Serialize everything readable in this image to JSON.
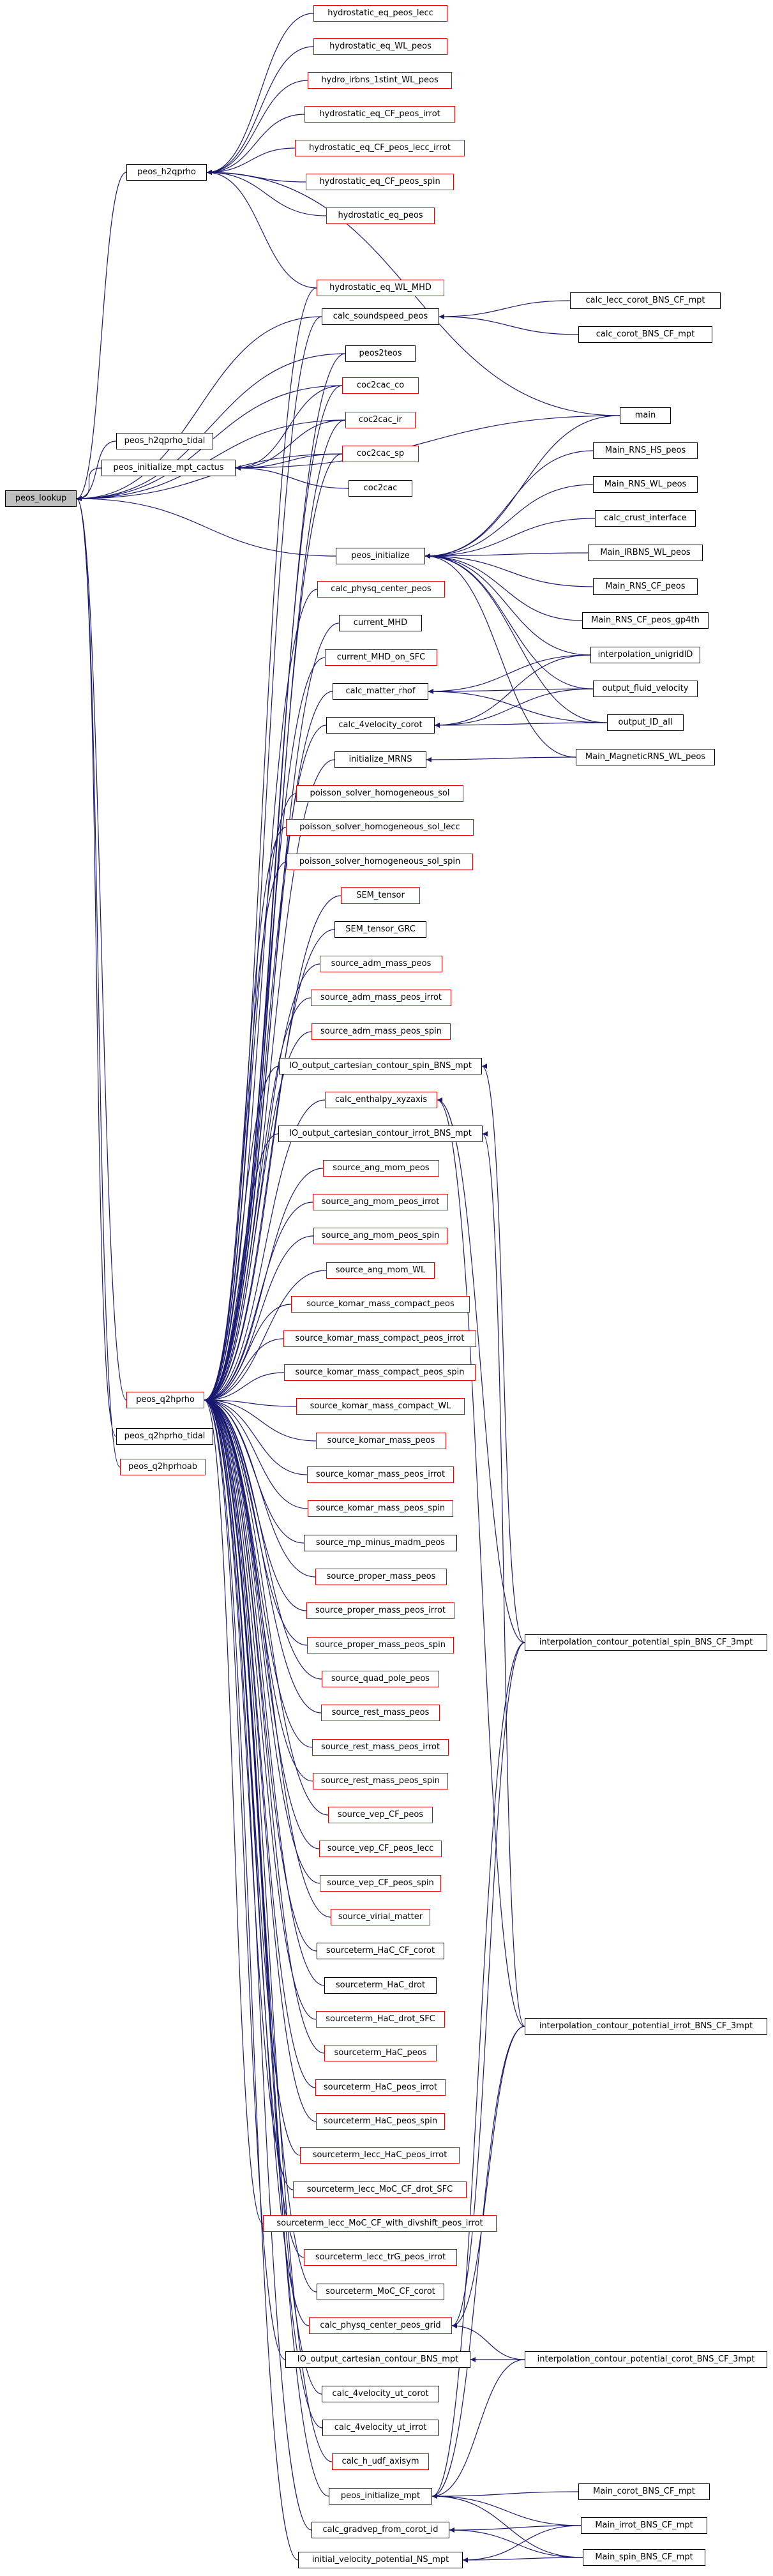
{
  "colors": {
    "edge": "#191970",
    "border_documented": "#000000",
    "border_undocumented": "#e60000",
    "selected_fill": "#bfbfbf"
  },
  "nodes": [
    {
      "id": "peos_lookup",
      "label": "peos_lookup",
      "style": "selected"
    },
    {
      "id": "peos_h2qprho",
      "label": "peos_h2qprho",
      "style": "black"
    },
    {
      "id": "peos_h2qprho_tidal",
      "label": "peos_h2qprho_tidal",
      "style": "black"
    },
    {
      "id": "peos_initialize_mpt_cactus",
      "label": "peos_initialize_mpt_cactus",
      "style": "black"
    },
    {
      "id": "peos_q2hprho",
      "label": "peos_q2hprho",
      "style": "red"
    },
    {
      "id": "peos_q2hprho_tidal",
      "label": "peos_q2hprho_tidal",
      "style": "black"
    },
    {
      "id": "peos_q2hprhoab",
      "label": "peos_q2hprhoab",
      "style": "red"
    },
    {
      "id": "hydrostatic_eq_peos_lecc",
      "label": "hydrostatic_eq_peos_lecc",
      "style": "red"
    },
    {
      "id": "hydrostatic_eq_WL_peos",
      "label": "hydrostatic_eq_WL_peos",
      "style": "red"
    },
    {
      "id": "hydro_irbns_1stint_WL_peos",
      "label": "hydro_irbns_1stint_WL_peos",
      "style": "red"
    },
    {
      "id": "hydrostatic_eq_CF_peos_irrot",
      "label": "hydrostatic_eq_CF_peos_irrot",
      "style": "red"
    },
    {
      "id": "hydrostatic_eq_CF_peos_lecc_irrot",
      "label": "hydrostatic_eq_CF_peos_lecc_irrot",
      "style": "red"
    },
    {
      "id": "hydrostatic_eq_CF_peos_spin",
      "label": "hydrostatic_eq_CF_peos_spin",
      "style": "red"
    },
    {
      "id": "hydrostatic_eq_peos",
      "label": "hydrostatic_eq_peos",
      "style": "red"
    },
    {
      "id": "hydrostatic_eq_WL_MHD",
      "label": "hydrostatic_eq_WL_MHD",
      "style": "red"
    },
    {
      "id": "calc_soundspeed_peos",
      "label": "calc_soundspeed_peos",
      "style": "black"
    },
    {
      "id": "peos2teos",
      "label": "peos2teos",
      "style": "black"
    },
    {
      "id": "coc2cac_co",
      "label": "coc2cac_co",
      "style": "red"
    },
    {
      "id": "coc2cac_ir",
      "label": "coc2cac_ir",
      "style": "red"
    },
    {
      "id": "coc2cac_sp",
      "label": "coc2cac_sp",
      "style": "red"
    },
    {
      "id": "coc2cac",
      "label": "coc2cac",
      "style": "black"
    },
    {
      "id": "peos_initialize",
      "label": "peos_initialize",
      "style": "black"
    },
    {
      "id": "calc_physq_center_peos",
      "label": "calc_physq_center_peos",
      "style": "red"
    },
    {
      "id": "current_MHD",
      "label": "current_MHD",
      "style": "black"
    },
    {
      "id": "current_MHD_on_SFC",
      "label": "current_MHD_on_SFC",
      "style": "red"
    },
    {
      "id": "calc_matter_rhof",
      "label": "calc_matter_rhof",
      "style": "black"
    },
    {
      "id": "calc_4velocity_corot",
      "label": "calc_4velocity_corot",
      "style": "black"
    },
    {
      "id": "initialize_MRNS",
      "label": "initialize_MRNS",
      "style": "black"
    },
    {
      "id": "poisson_solver_homogeneous_sol",
      "label": "poisson_solver_homogeneous_sol",
      "style": "red"
    },
    {
      "id": "poisson_solver_homogeneous_sol_lecc",
      "label": "poisson_solver_homogeneous_sol_lecc",
      "style": "red"
    },
    {
      "id": "poisson_solver_homogeneous_sol_spin",
      "label": "poisson_solver_homogeneous_sol_spin",
      "style": "red"
    },
    {
      "id": "SEM_tensor",
      "label": "SEM_tensor",
      "style": "red"
    },
    {
      "id": "SEM_tensor_GRC",
      "label": "SEM_tensor_GRC",
      "style": "black"
    },
    {
      "id": "source_adm_mass_peos",
      "label": "source_adm_mass_peos",
      "style": "red"
    },
    {
      "id": "source_adm_mass_peos_irrot",
      "label": "source_adm_mass_peos_irrot",
      "style": "red"
    },
    {
      "id": "source_adm_mass_peos_spin",
      "label": "source_adm_mass_peos_spin",
      "style": "red"
    },
    {
      "id": "IO_output_cartesian_contour_spin_BNS_mpt",
      "label": "IO_output_cartesian_contour_spin_BNS_mpt",
      "style": "black"
    },
    {
      "id": "calc_enthalpy_xyzaxis",
      "label": "calc_enthalpy_xyzaxis",
      "style": "red"
    },
    {
      "id": "IO_output_cartesian_contour_irrot_BNS_mpt",
      "label": "IO_output_cartesian_contour_irrot_BNS_mpt",
      "style": "black"
    },
    {
      "id": "source_ang_mom_peos",
      "label": "source_ang_mom_peos",
      "style": "red"
    },
    {
      "id": "source_ang_mom_peos_irrot",
      "label": "source_ang_mom_peos_irrot",
      "style": "red"
    },
    {
      "id": "source_ang_mom_peos_spin",
      "label": "source_ang_mom_peos_spin",
      "style": "red"
    },
    {
      "id": "source_ang_mom_WL",
      "label": "source_ang_mom_WL",
      "style": "red"
    },
    {
      "id": "source_komar_mass_compact_peos",
      "label": "source_komar_mass_compact_peos",
      "style": "red"
    },
    {
      "id": "source_komar_mass_compact_peos_irrot",
      "label": "source_komar_mass_compact_peos_irrot",
      "style": "red"
    },
    {
      "id": "source_komar_mass_compact_peos_spin",
      "label": "source_komar_mass_compact_peos_spin",
      "style": "red"
    },
    {
      "id": "source_komar_mass_compact_WL",
      "label": "source_komar_mass_compact_WL",
      "style": "red"
    },
    {
      "id": "source_komar_mass_peos",
      "label": "source_komar_mass_peos",
      "style": "red"
    },
    {
      "id": "source_komar_mass_peos_irrot",
      "label": "source_komar_mass_peos_irrot",
      "style": "red"
    },
    {
      "id": "source_komar_mass_peos_spin",
      "label": "source_komar_mass_peos_spin",
      "style": "red"
    },
    {
      "id": "source_mp_minus_madm_peos",
      "label": "source_mp_minus_madm_peos",
      "style": "black"
    },
    {
      "id": "source_proper_mass_peos",
      "label": "source_proper_mass_peos",
      "style": "red"
    },
    {
      "id": "source_proper_mass_peos_irrot",
      "label": "source_proper_mass_peos_irrot",
      "style": "red"
    },
    {
      "id": "source_proper_mass_peos_spin",
      "label": "source_proper_mass_peos_spin",
      "style": "red"
    },
    {
      "id": "source_quad_pole_peos",
      "label": "source_quad_pole_peos",
      "style": "red"
    },
    {
      "id": "source_rest_mass_peos",
      "label": "source_rest_mass_peos",
      "style": "red"
    },
    {
      "id": "source_rest_mass_peos_irrot",
      "label": "source_rest_mass_peos_irrot",
      "style": "red"
    },
    {
      "id": "source_rest_mass_peos_spin",
      "label": "source_rest_mass_peos_spin",
      "style": "red"
    },
    {
      "id": "source_vep_CF_peos",
      "label": "source_vep_CF_peos",
      "style": "red"
    },
    {
      "id": "source_vep_CF_peos_lecc",
      "label": "source_vep_CF_peos_lecc",
      "style": "red"
    },
    {
      "id": "source_vep_CF_peos_spin",
      "label": "source_vep_CF_peos_spin",
      "style": "red"
    },
    {
      "id": "source_virial_matter",
      "label": "source_virial_matter",
      "style": "red"
    },
    {
      "id": "sourceterm_HaC_CF_corot",
      "label": "sourceterm_HaC_CF_corot",
      "style": "black"
    },
    {
      "id": "sourceterm_HaC_drot",
      "label": "sourceterm_HaC_drot",
      "style": "black"
    },
    {
      "id": "sourceterm_HaC_drot_SFC",
      "label": "sourceterm_HaC_drot_SFC",
      "style": "red"
    },
    {
      "id": "sourceterm_HaC_peos",
      "label": "sourceterm_HaC_peos",
      "style": "red"
    },
    {
      "id": "sourceterm_HaC_peos_irrot",
      "label": "sourceterm_HaC_peos_irrot",
      "style": "red"
    },
    {
      "id": "sourceterm_HaC_peos_spin",
      "label": "sourceterm_HaC_peos_spin",
      "style": "red"
    },
    {
      "id": "sourceterm_lecc_HaC_peos_irrot",
      "label": "sourceterm_lecc_HaC_peos_irrot",
      "style": "red"
    },
    {
      "id": "sourceterm_lecc_MoC_CF_drot_SFC",
      "label": "sourceterm_lecc_MoC_CF_drot_SFC",
      "style": "red"
    },
    {
      "id": "sourceterm_lecc_MoC_CF_with_divshift_peos_irrot",
      "label": "sourceterm_lecc_MoC_CF_with_divshift_peos_irrot",
      "style": "red"
    },
    {
      "id": "sourceterm_lecc_trG_peos_irrot",
      "label": "sourceterm_lecc_trG_peos_irrot",
      "style": "red"
    },
    {
      "id": "sourceterm_MoC_CF_corot",
      "label": "sourceterm_MoC_CF_corot",
      "style": "black"
    },
    {
      "id": "calc_physq_center_peos_grid",
      "label": "calc_physq_center_peos_grid",
      "style": "red"
    },
    {
      "id": "IO_output_cartesian_contour_BNS_mpt",
      "label": "IO_output_cartesian_contour_BNS_mpt",
      "style": "black"
    },
    {
      "id": "calc_4velocity_ut_corot",
      "label": "calc_4velocity_ut_corot",
      "style": "black"
    },
    {
      "id": "calc_4velocity_ut_irrot",
      "label": "calc_4velocity_ut_irrot",
      "style": "black"
    },
    {
      "id": "calc_h_udf_axisym",
      "label": "calc_h_udf_axisym",
      "style": "red"
    },
    {
      "id": "peos_initialize_mpt",
      "label": "peos_initialize_mpt",
      "style": "black"
    },
    {
      "id": "calc_gradvep_from_corot_id",
      "label": "calc_gradvep_from_corot_id",
      "style": "black"
    },
    {
      "id": "initial_velocity_potential_NS_mpt",
      "label": "initial_velocity_potential_NS_mpt",
      "style": "black"
    },
    {
      "id": "calc_lecc_corot_BNS_CF_mpt",
      "label": "calc_lecc_corot_BNS_CF_mpt",
      "style": "black"
    },
    {
      "id": "calc_corot_BNS_CF_mpt",
      "label": "calc_corot_BNS_CF_mpt",
      "style": "black"
    },
    {
      "id": "main",
      "label": "main",
      "style": "black"
    },
    {
      "id": "Main_RNS_HS_peos",
      "label": "Main_RNS_HS_peos",
      "style": "black"
    },
    {
      "id": "Main_RNS_WL_peos",
      "label": "Main_RNS_WL_peos",
      "style": "black"
    },
    {
      "id": "calc_crust_interface",
      "label": "calc_crust_interface",
      "style": "black"
    },
    {
      "id": "Main_IRBNS_WL_peos",
      "label": "Main_IRBNS_WL_peos",
      "style": "black"
    },
    {
      "id": "Main_RNS_CF_peos",
      "label": "Main_RNS_CF_peos",
      "style": "black"
    },
    {
      "id": "Main_RNS_CF_peos_gp4th",
      "label": "Main_RNS_CF_peos_gp4th",
      "style": "black"
    },
    {
      "id": "interpolation_unigridID",
      "label": "interpolation_unigridID",
      "style": "black"
    },
    {
      "id": "output_fluid_velocity",
      "label": "output_fluid_velocity",
      "style": "black"
    },
    {
      "id": "output_ID_all",
      "label": "output_ID_all",
      "style": "black"
    },
    {
      "id": "Main_MagneticRNS_WL_peos",
      "label": "Main_MagneticRNS_WL_peos",
      "style": "black"
    },
    {
      "id": "interpolation_contour_potential_spin_BNS_CF_3mpt",
      "label": "interpolation_contour_potential_spin_BNS_CF_3mpt",
      "style": "black"
    },
    {
      "id": "interpolation_contour_potential_irrot_BNS_CF_3mpt",
      "label": "interpolation_contour_potential_irrot_BNS_CF_3mpt",
      "style": "black"
    },
    {
      "id": "interpolation_contour_potential_corot_BNS_CF_3mpt",
      "label": "interpolation_contour_potential_corot_BNS_CF_3mpt",
      "style": "black"
    },
    {
      "id": "Main_corot_BNS_CF_mpt",
      "label": "Main_corot_BNS_CF_mpt",
      "style": "black"
    },
    {
      "id": "Main_irrot_BNS_CF_mpt",
      "label": "Main_irrot_BNS_CF_mpt",
      "style": "black"
    },
    {
      "id": "Main_spin_BNS_CF_mpt",
      "label": "Main_spin_BNS_CF_mpt",
      "style": "black"
    }
  ]
}
